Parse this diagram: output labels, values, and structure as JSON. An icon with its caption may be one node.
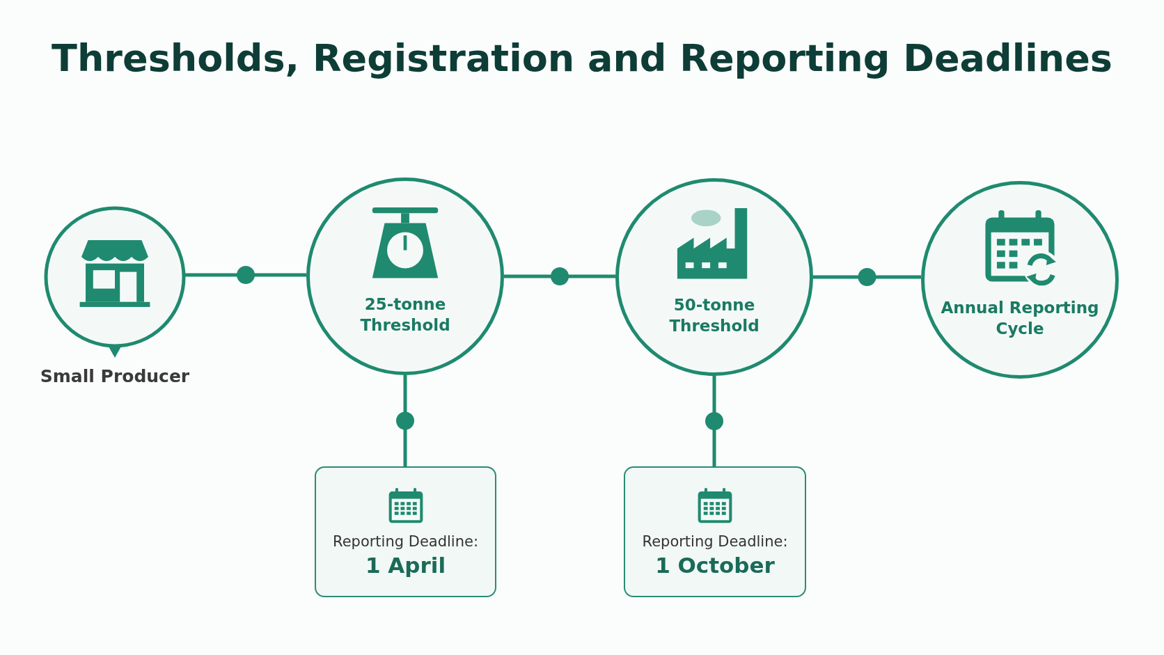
{
  "diagram": {
    "title": "Thresholds, Registration and Reporting Deadlines",
    "nodes": [
      {
        "text": [
          "Small Producer"
        ]
      },
      {
        "text": [
          "25-tonne Threshold"
        ]
      },
      {
        "text": [
          "50-tonne Threshold"
        ]
      },
      {
        "text": [
          "Annual Reporting Cycle"
        ]
      },
      {
        "text": [
          "Reporting Deadline:",
          "1 April"
        ]
      },
      {
        "text": [
          "Reporting Deadline:",
          "1 October"
        ]
      }
    ],
    "edges": [
      {
        "from": 0,
        "to": 1,
        "arrow": "none"
      },
      {
        "from": 1,
        "to": 2,
        "arrow": "none"
      },
      {
        "from": 2,
        "to": 3,
        "arrow": "none"
      },
      {
        "from": 1,
        "to": 4,
        "arrow": "none"
      },
      {
        "from": 2,
        "to": 5,
        "arrow": "none"
      }
    ]
  }
}
